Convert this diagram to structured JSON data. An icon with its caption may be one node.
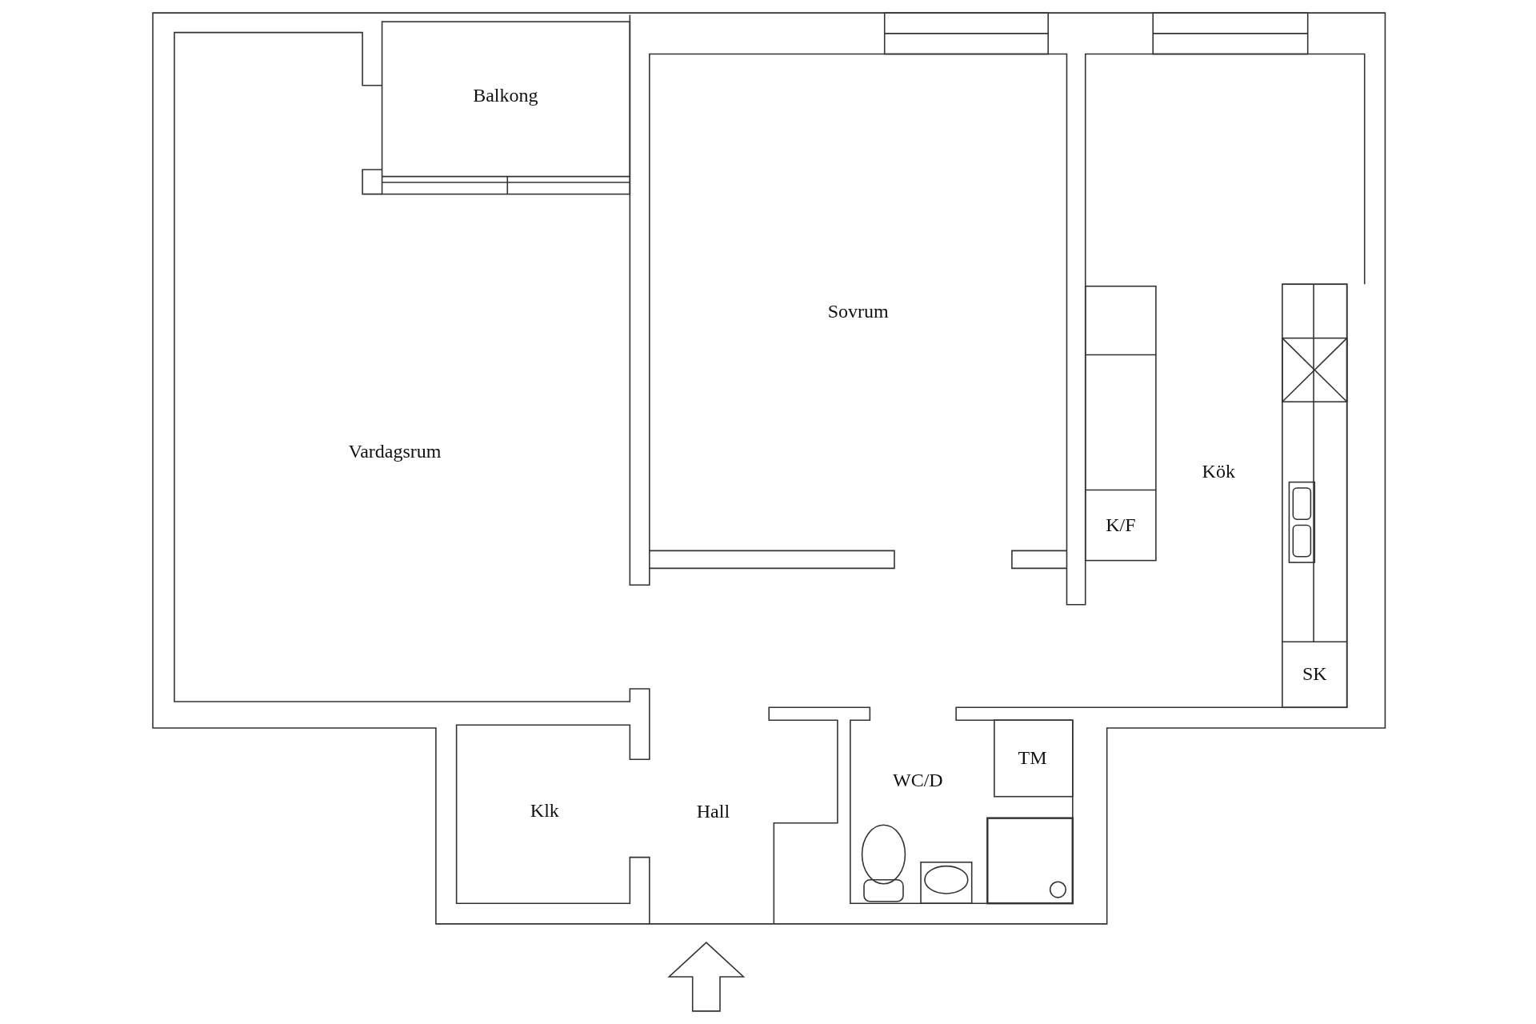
{
  "diagram": {
    "nodes": [
      {
        "text": [
          "Balkong"
        ]
      },
      {
        "text": [
          "Sovrum"
        ]
      },
      {
        "text": [
          "Vardagsrum"
        ]
      },
      {
        "text": [
          "Kök"
        ]
      },
      {
        "text": [
          "K/F"
        ],
        "in": 3
      },
      {
        "text": [
          "SK"
        ],
        "in": 3
      },
      {
        "text": [
          "WC/D"
        ]
      },
      {
        "text": [
          "TM"
        ],
        "in": 6
      },
      {
        "text": [
          "Klk"
        ]
      },
      {
        "text": [
          "Hall"
        ]
      }
    ]
  }
}
